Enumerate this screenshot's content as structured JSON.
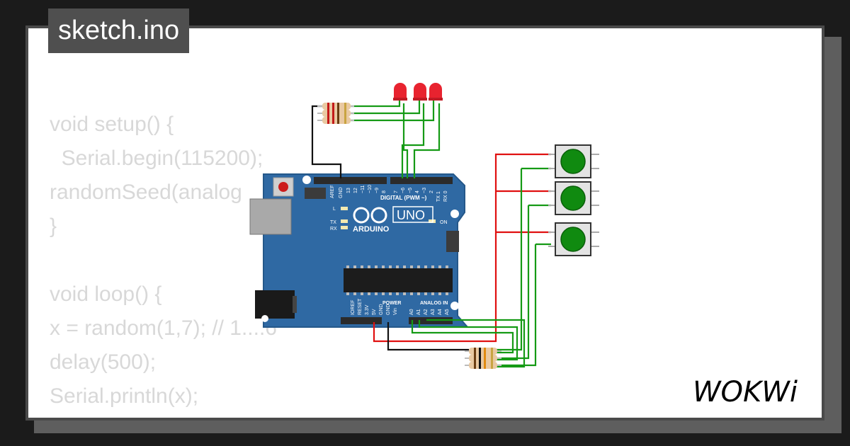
{
  "file_tab": {
    "label": "sketch.ino"
  },
  "code_lines": [
    "void setup() {",
    "  Serial.begin(115200);",
    "randomSeed(analog",
    "}",
    "",
    "void loop() {",
    "x = random(1,7); // 1....6",
    "delay(500);",
    "Serial.println(x);",
    "}"
  ],
  "board": {
    "brand": "ARDUINO",
    "model": "UNO",
    "digital_header": "DIGITAL (PWM ~)",
    "power_header": "POWER",
    "analog_header": "ANALOG IN",
    "top_pins": [
      "AREF",
      "GND",
      "13",
      "12",
      "~11",
      "~10",
      "~9",
      "8",
      "7",
      "~6",
      "~5",
      "4",
      "~3",
      "2",
      "TX 1",
      "RX 0"
    ],
    "bottom_pins": [
      "IOREF",
      "RESET",
      "3.3V",
      "5V",
      "GND",
      "GND",
      "Vin",
      "A0",
      "A1",
      "A2",
      "A3",
      "A4",
      "A5"
    ],
    "led_labels": [
      "L",
      "TX",
      "RX",
      "ON"
    ]
  },
  "colors": {
    "board": "#2f69a3",
    "wire_green": "#159a15",
    "wire_red": "#e01010",
    "wire_black": "#111111",
    "led_red": "#e8232f",
    "button_cap": "#108a10"
  },
  "brand_logo": "WOKWi"
}
